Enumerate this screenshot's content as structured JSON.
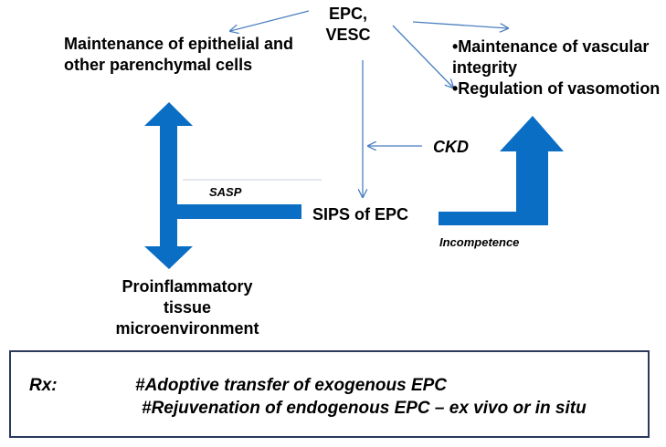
{
  "source": {
    "line1": "EPC,",
    "line2": "VESC"
  },
  "left_outcome": {
    "line1": "Maintenance of epithelial and",
    "line2": "other parenchymal cells"
  },
  "right_outcome": {
    "line1": "•Maintenance of vascular",
    "line2": "integrity",
    "line3": "•Regulation of vasomotion"
  },
  "ckd_label": "CKD",
  "sasp_label": "SASP",
  "sips_label": "SIPS of EPC",
  "incompetence_label": "Incompetence",
  "proinflammatory": {
    "line1": "Proinflammatory",
    "line2": "tissue",
    "line3": "microenvironment"
  },
  "rx": {
    "label": "Rx:",
    "item1": "#Adoptive transfer of exogenous EPC",
    "item2": "#Rejuvenation of  endogenous EPC – ex vivo or in situ"
  },
  "colors": {
    "arrow_blue": "#0a6ec4",
    "thin_arrow": "#4a7fc0"
  }
}
